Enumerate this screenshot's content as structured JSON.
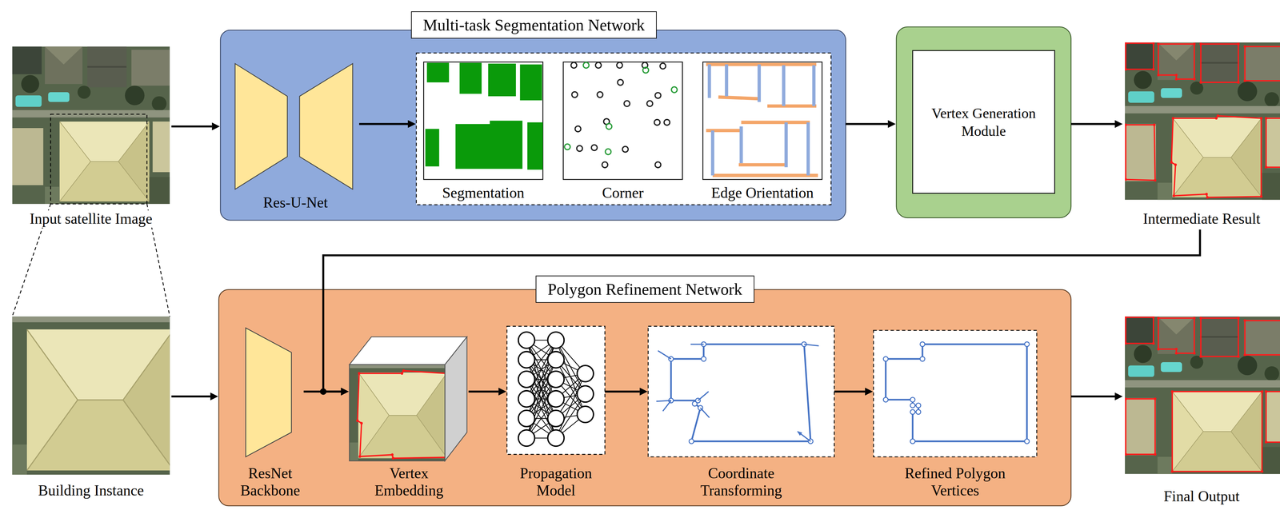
{
  "diagram": {
    "nodes": [
      {
        "text": [
          "Input satellite Image"
        ]
      },
      {
        "text": [
          "Multi-task Segmentation Network"
        ]
      },
      {
        "text": [
          "Res-U-Net"
        ],
        "in": 1
      },
      {
        "text": [
          "Segmentation"
        ],
        "in": 1
      },
      {
        "text": [
          "Corner"
        ],
        "in": 1
      },
      {
        "text": [
          "Edge Orientation"
        ],
        "in": 1
      },
      {
        "text": [
          "Vertex Generation Module"
        ]
      },
      {
        "text": [
          "Intermediate Result"
        ]
      },
      {
        "text": [
          "Building Instance"
        ]
      },
      {
        "text": [
          "Polygon Refinement Network"
        ]
      },
      {
        "text": [
          "ResNet Backbone"
        ],
        "in": 9
      },
      {
        "text": [
          "Vertex Embedding"
        ],
        "in": 9
      },
      {
        "text": [
          "Propagation Model"
        ],
        "in": 9
      },
      {
        "text": [
          "Coordinate Transforming"
        ],
        "in": 9
      },
      {
        "text": [
          "Refined Polygon Vertices"
        ],
        "in": 9
      },
      {
        "text": [
          "Final Output"
        ]
      }
    ],
    "edges": [
      {
        "from": 0,
        "to": 1,
        "arrow": "to"
      },
      {
        "from": 2,
        "to": 3,
        "arrow": "to"
      },
      {
        "from": 1,
        "to": 6,
        "arrow": "to"
      },
      {
        "from": 6,
        "to": 7,
        "arrow": "to"
      },
      {
        "from": 7,
        "to": 11,
        "arrow": "to"
      },
      {
        "from": 8,
        "to": 9,
        "arrow": "to"
      },
      {
        "from": 10,
        "to": 11,
        "arrow": "to"
      },
      {
        "from": 11,
        "to": 12,
        "arrow": "to"
      },
      {
        "from": 12,
        "to": 13,
        "arrow": "to"
      },
      {
        "from": 13,
        "to": 14,
        "arrow": "to"
      },
      {
        "from": 9,
        "to": 15,
        "arrow": "to"
      }
    ]
  }
}
